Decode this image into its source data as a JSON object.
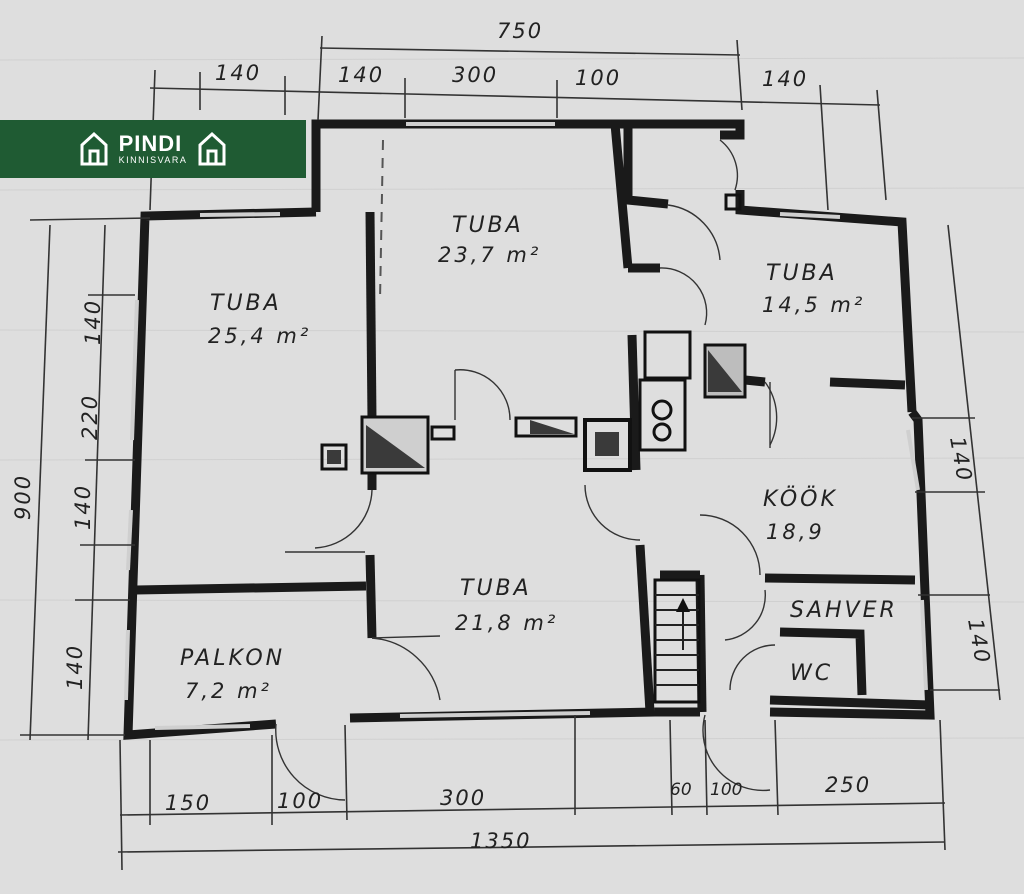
{
  "logo": {
    "name": "PINDI",
    "subtitle": "KINNISVARA",
    "color": "#1f5b33"
  },
  "rooms": [
    {
      "name": "TUBA",
      "area": "23,7 m²"
    },
    {
      "name": "TUBA",
      "area": "25,4 m²"
    },
    {
      "name": "TUBA",
      "area": "14,5 m²"
    },
    {
      "name": "KÖÖK",
      "area": "18,9"
    },
    {
      "name": "TUBA",
      "area": "21,8 m²"
    },
    {
      "name": "PALKON",
      "area": "7,2 m²"
    },
    {
      "name": "SAHVER",
      "area": ""
    },
    {
      "name": "WC",
      "area": ""
    }
  ],
  "dimensions": {
    "top_total": "750",
    "top_segments": [
      "140",
      "140",
      "300",
      "100",
      "140"
    ],
    "left_total": "900",
    "left_segments": [
      "140",
      "220",
      "140",
      "140"
    ],
    "right_segments": [
      "140",
      "140"
    ],
    "bottom_total": "1350",
    "bottom_segments": [
      "150",
      "100",
      "300",
      "60",
      "100",
      "250"
    ]
  }
}
